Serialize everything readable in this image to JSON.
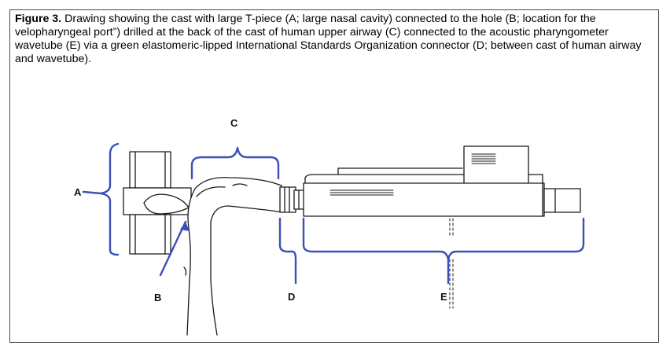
{
  "figure": {
    "label": "Figure 3.",
    "caption": "Drawing showing the cast with large T-piece (A; large nasal cavity) connected to the hole (B; location for the velopharyngeal port”) drilled at the back of the cast of human upper airway (C) connected to the acoustic pharyngometer wavetube (E) via a green elastomeric-lipped International Standards Organization connector (D; between cast of human airway and wavetube)."
  },
  "labels": {
    "a": "A",
    "b": "B",
    "c": "C",
    "d": "D",
    "e": "E"
  },
  "colors": {
    "annotation": "#3b4fb8",
    "line": "#1a1a1a"
  }
}
